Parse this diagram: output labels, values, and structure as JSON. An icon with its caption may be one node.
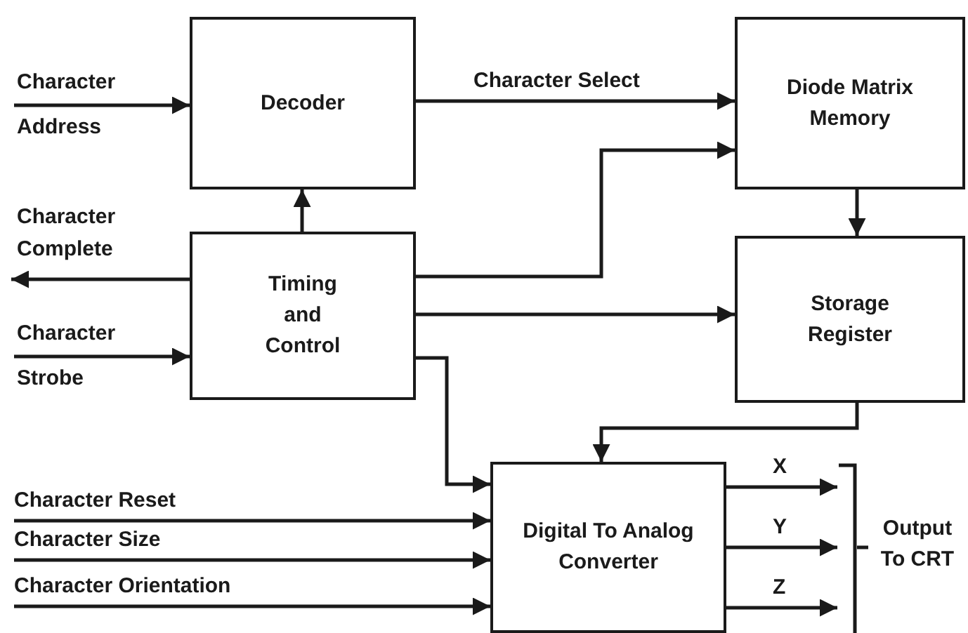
{
  "diagram": {
    "nodes": [
      {
        "text": [
          "Decoder"
        ]
      },
      {
        "text": [
          "Diode Matrix Memory"
        ]
      },
      {
        "text": [
          "Timing and Control"
        ]
      },
      {
        "text": [
          "Storage Register"
        ]
      },
      {
        "text": [
          "Digital To Analog Converter"
        ]
      },
      {
        "text": [],
        "shape": "bar"
      },
      {
        "text": [
          "Output To CRT"
        ]
      }
    ],
    "edges": [
      {
        "from": null,
        "to": 0,
        "arrow": "to",
        "label": "Character Address"
      },
      {
        "from": 2,
        "to": null,
        "arrow": "to",
        "label": "Character Complete"
      },
      {
        "from": null,
        "to": 2,
        "arrow": "to",
        "label": "Character Strobe"
      },
      {
        "from": 2,
        "to": 0,
        "arrow": "to"
      },
      {
        "from": 0,
        "to": 1,
        "arrow": "to",
        "label": "Character Select"
      },
      {
        "from": 2,
        "to": 1,
        "arrow": "to"
      },
      {
        "from": 2,
        "to": 3,
        "arrow": "to"
      },
      {
        "from": 1,
        "to": 3,
        "arrow": "to"
      },
      {
        "from": 3,
        "to": 4,
        "arrow": "to"
      },
      {
        "from": 2,
        "to": 4,
        "arrow": "to"
      },
      {
        "from": null,
        "to": 4,
        "arrow": "to",
        "label": "Character Reset"
      },
      {
        "from": null,
        "to": 4,
        "arrow": "to",
        "label": "Character Size"
      },
      {
        "from": null,
        "to": 4,
        "arrow": "to",
        "label": "Character Orientation"
      },
      {
        "from": 4,
        "to": 5,
        "arrow": "to",
        "label": "X"
      },
      {
        "from": 4,
        "to": 5,
        "arrow": "to",
        "label": "Y"
      },
      {
        "from": 4,
        "to": 5,
        "arrow": "to",
        "label": "Z"
      },
      {
        "from": 5,
        "to": 6,
        "arrow": "none"
      }
    ]
  }
}
